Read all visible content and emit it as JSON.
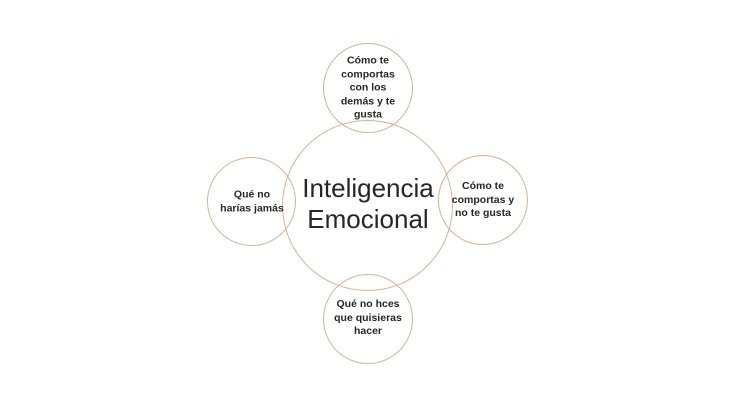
{
  "colors": {
    "stroke": "#d7b394",
    "text": "#262626",
    "background": "#ffffff"
  },
  "diagram": {
    "type": "radial-circle-diagram",
    "center": {
      "text": "Inteligencia Emocional",
      "lines": [
        "Inteligencia",
        "Emocional"
      ]
    },
    "top": {
      "text": "Cómo te comportas con los demás y te gusta",
      "lines": [
        "Cómo te",
        "comportas",
        "con los",
        "demás y te",
        "gusta"
      ]
    },
    "left": {
      "text": "Qué no harías jamás",
      "lines": [
        "Qué no",
        "harías jamás"
      ]
    },
    "right": {
      "text": "Cómo te comportas y no te gusta",
      "lines": [
        "Cómo te",
        "comportas y",
        "no te gusta"
      ]
    },
    "bottom": {
      "text": "Qué no hces que quisieras hacer",
      "lines": [
        "Qué no hces",
        "que quisieras",
        "hacer"
      ]
    }
  }
}
